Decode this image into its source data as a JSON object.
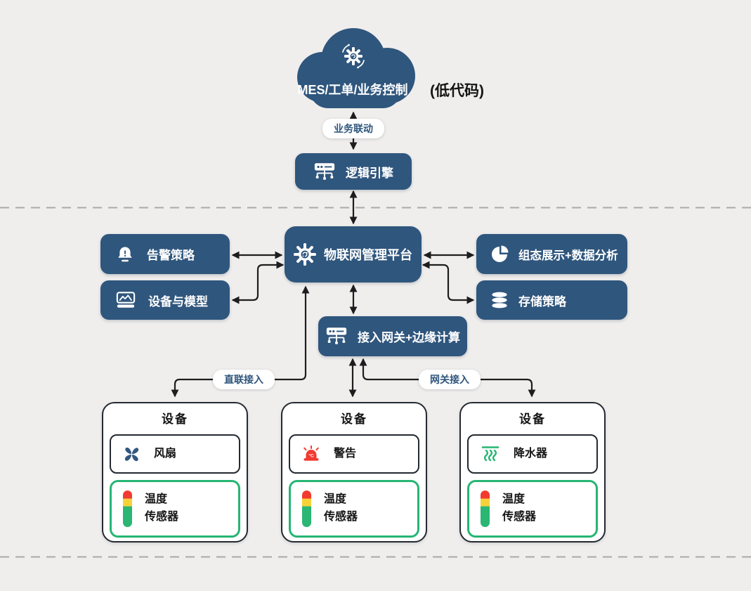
{
  "cloud": {
    "label": "MES/工单/业务控制",
    "aside": "(低代码)"
  },
  "connector_labels": {
    "business_link": "业务联动",
    "direct_access": "直联接入",
    "gateway_access": "网关接入"
  },
  "nodes": {
    "logic_engine": {
      "label": "逻辑引擎"
    },
    "platform": {
      "label": "物联网管理平台"
    },
    "alarm_policy": {
      "label": "告警策略"
    },
    "device_model": {
      "label": "设备与模型"
    },
    "scada": {
      "label": "组态展示+数据分析"
    },
    "storage": {
      "label": "存储策略"
    },
    "gateway": {
      "label": "接入网关+边缘计算"
    }
  },
  "devices": [
    {
      "title": "设备",
      "component": "风扇",
      "sensor": [
        "温度",
        "传感器"
      ]
    },
    {
      "title": "设备",
      "component": "警告",
      "sensor": [
        "温度",
        "传感器"
      ]
    },
    {
      "title": "设备",
      "component": "降水器",
      "sensor": [
        "温度",
        "传感器"
      ]
    }
  ],
  "alarm_badge": "°C",
  "icons": {
    "cloud_icon": "gear-automation-icon",
    "platform_icon": "gear-sync-icon",
    "logic_engine_icon": "router-icon",
    "gateway_icon": "router-icon",
    "alarm_policy_icon": "bell-alert-icon",
    "device_model_icon": "model-chart-card-icon",
    "scada_icon": "pie-chart-icon",
    "storage_icon": "database-icon",
    "device1_icon": "fan-icon",
    "device2_icon": "alarm-light-icon",
    "device3_icon": "sprinkler-icon",
    "sensor_icon": "temperature-bar-icon"
  },
  "colors": {
    "node_blue": "#2f567d",
    "arrow": "#1d1d1f",
    "sensor_green": "#26b573",
    "alarm_red": "#f23a31",
    "bar_yellow": "#f6d23a",
    "background": "#efeeed",
    "dashed_line": "#a9a9a9"
  }
}
